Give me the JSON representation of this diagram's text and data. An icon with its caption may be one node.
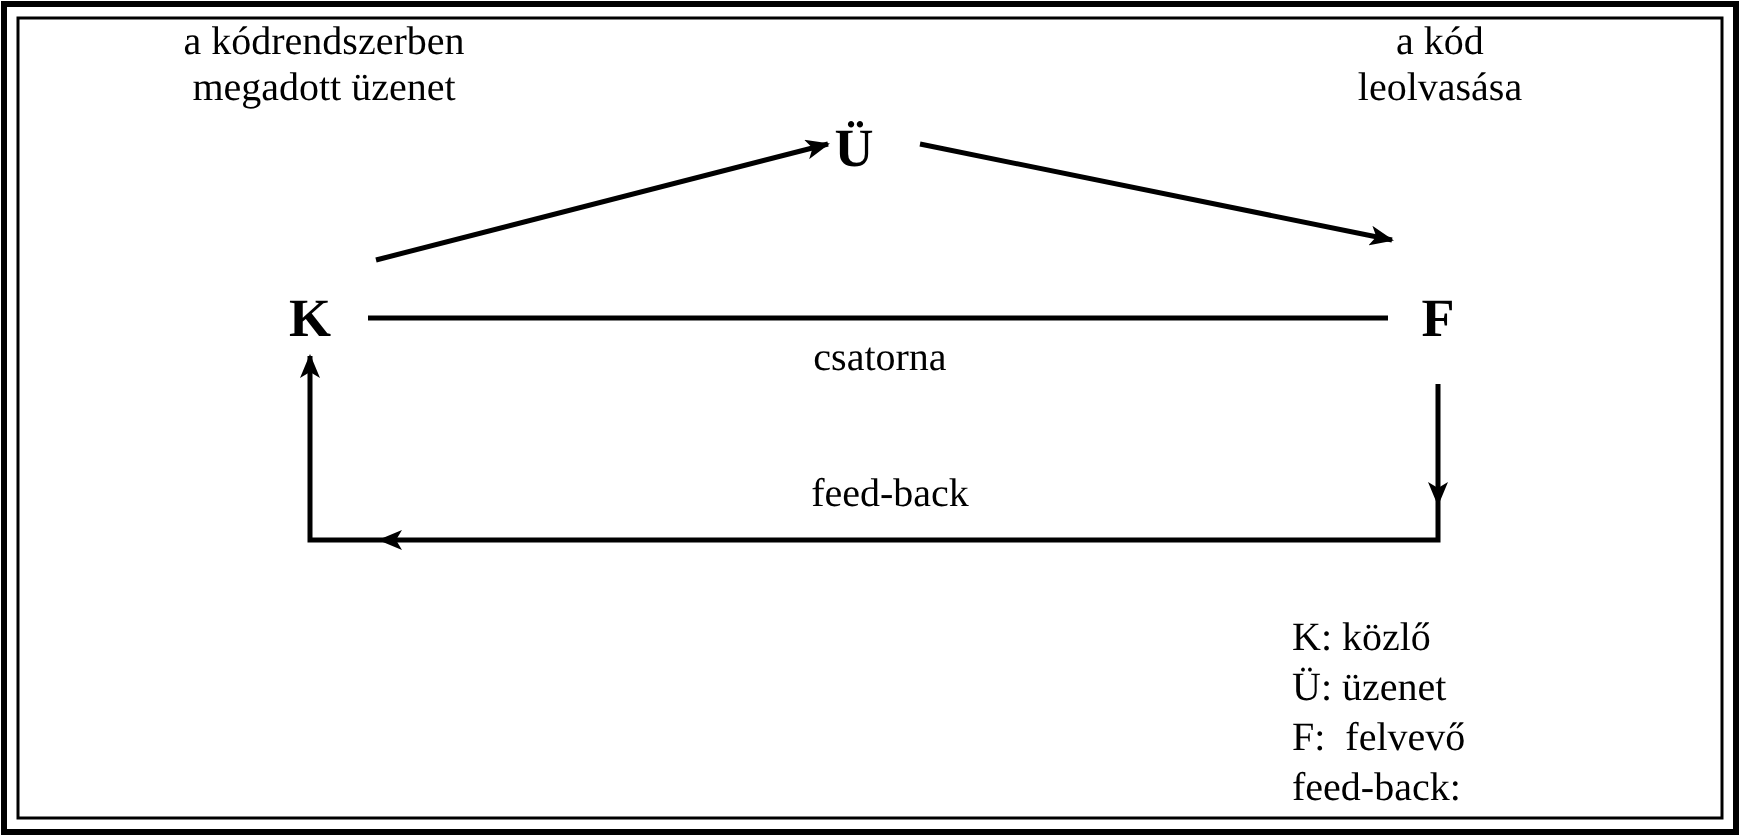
{
  "diagram": {
    "nodes": [
      {
        "text": [
          "K"
        ]
      },
      {
        "text": [
          "Ü"
        ]
      },
      {
        "text": [
          "F"
        ]
      }
    ],
    "edges": [
      {
        "from": 0,
        "to": 1,
        "arrow": "to",
        "label": "a kódrendszerben megadott üzenet"
      },
      {
        "from": 1,
        "to": 2,
        "arrow": "to",
        "label": "a kód leolvasása"
      },
      {
        "from": 0,
        "to": 2,
        "arrow": "none",
        "label": "csatorna"
      },
      {
        "from": 2,
        "to": 0,
        "arrow": "to",
        "label": "feed-back"
      }
    ],
    "labels": [
      "K: közlő",
      "Ü: üzenet",
      "F:  felvevő",
      "feed-back:"
    ]
  }
}
